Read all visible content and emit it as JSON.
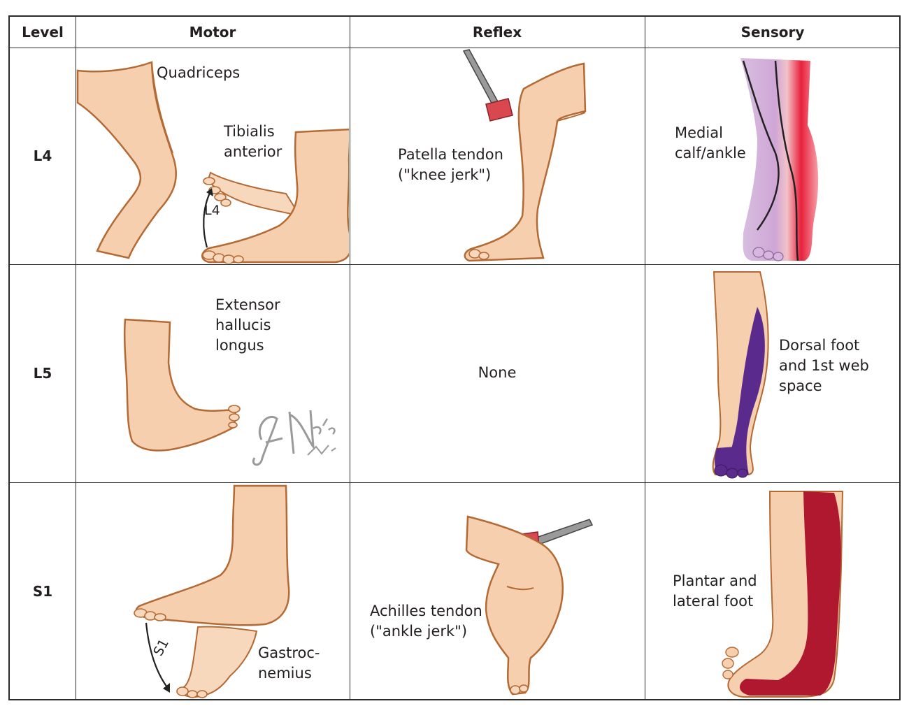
{
  "headers": {
    "level": "Level",
    "motor": "Motor",
    "reflex": "Reflex",
    "sensory": "Sensory"
  },
  "rows": [
    {
      "level": "L4",
      "motor_labels": [
        "Quadriceps",
        "Tibialis\nanterior",
        "L4"
      ],
      "reflex": "Patella tendon\n(\"knee jerk\")",
      "sensory": "Medial\ncalf/ankle"
    },
    {
      "level": "L5",
      "motor_labels": [
        "Extensor\nhallucis\nlongus"
      ],
      "reflex": "None",
      "sensory": "Dorsal foot\nand 1st web\nspace"
    },
    {
      "level": "S1",
      "motor_labels": [
        "Gastroc-\nnemius",
        "S1"
      ],
      "reflex": "Achilles tendon\n(\"ankle jerk\")",
      "sensory": "Plantar and\nlateral foot"
    }
  ],
  "signature": "F. Netter M.D.",
  "colors": {
    "skin": "#f6cfae",
    "outline": "#b36a35",
    "l4_dermatome": "#c9a6d2",
    "l5_dermatome": "#5a2a8c",
    "s1_dermatome": "#b01830",
    "red": "#e8203a"
  }
}
